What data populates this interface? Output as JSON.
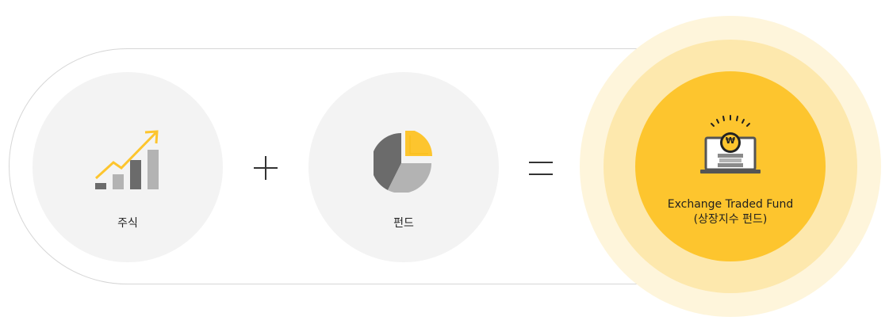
{
  "stock": {
    "label": "주식",
    "icon": "stock-growth-chart-icon"
  },
  "fund": {
    "label": "펀드",
    "icon": "pie-chart-icon"
  },
  "operators": {
    "plus": "plus-icon",
    "equals": "equals-icon"
  },
  "etf": {
    "title": "Exchange Traded Fund",
    "subtitle": "(상장지수 펀드)",
    "icon": "laptop-won-coin-icon",
    "coin_symbol": "₩"
  },
  "colors": {
    "accent_yellow": "#fdc52e",
    "glow_light": "#fef5db",
    "glow_mid": "#fde8ad",
    "circle_gray": "#f3f3f3",
    "icon_dark_gray": "#6b6b6b",
    "icon_light_gray": "#b3b3b3",
    "outline": "#d6d6d6"
  }
}
